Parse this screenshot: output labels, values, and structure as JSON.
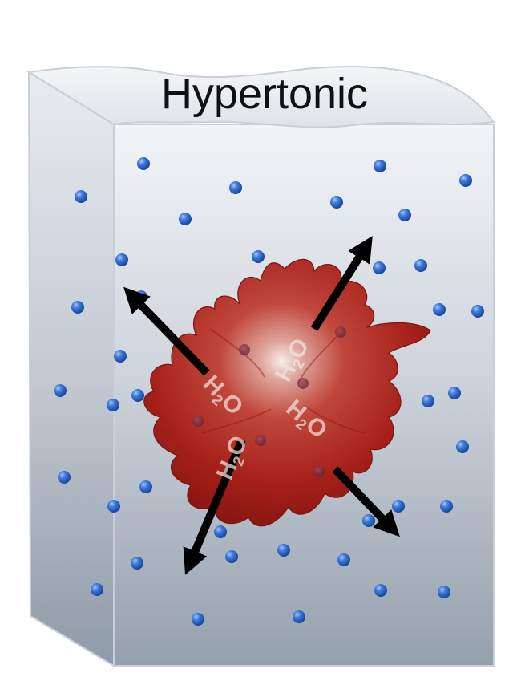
{
  "title": "Hypertonic",
  "labels": {
    "water": "H",
    "water_subscript": "2",
    "water_suffix": "O"
  },
  "colors": {
    "cell": "#b3261e",
    "cell_dark": "#7e130f",
    "solute": "#2a63c4",
    "arrow": "#000000",
    "container_light": "#eef1f4",
    "container_dark": "#9aa5b1"
  },
  "icons": {
    "solute": "solute-particle-icon",
    "arrow": "water-outflow-arrow-icon",
    "cell": "shrunken-red-blood-cell-icon"
  }
}
